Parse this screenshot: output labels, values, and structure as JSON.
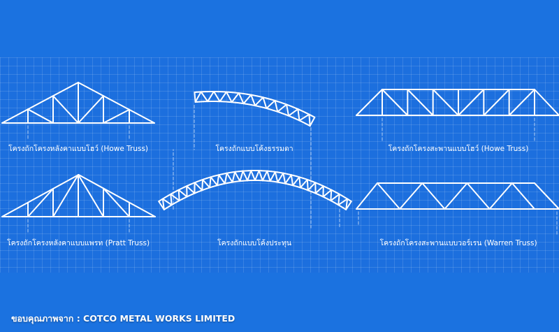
{
  "trusses": [
    {
      "id": "howe-roof",
      "label": "โครงถักโครงหลังคาแบบโฮว์ (Howe Truss)"
    },
    {
      "id": "arch-plain",
      "label": "โครงถักแบบโค้งธรรมดา"
    },
    {
      "id": "howe-bridge",
      "label": "โครงถักโครงสะพานแบบโฮว์ (Howe Truss)"
    },
    {
      "id": "pratt-roof",
      "label": "โครงถักโครงหลังคาแบบแพรท (Pratt Truss)"
    },
    {
      "id": "arch-barrel",
      "label": "โครงถักแบบโค้งประทุน"
    },
    {
      "id": "warren-bridge",
      "label": "โครงถักโครงสะพานแบบวอร์เรน (Warren Truss)"
    }
  ],
  "credit": "ขอบคุณภาพจาก : COTCO METAL WORKS LIMITED",
  "colors": {
    "background": "#1b72e0",
    "line": "#ffffff"
  }
}
